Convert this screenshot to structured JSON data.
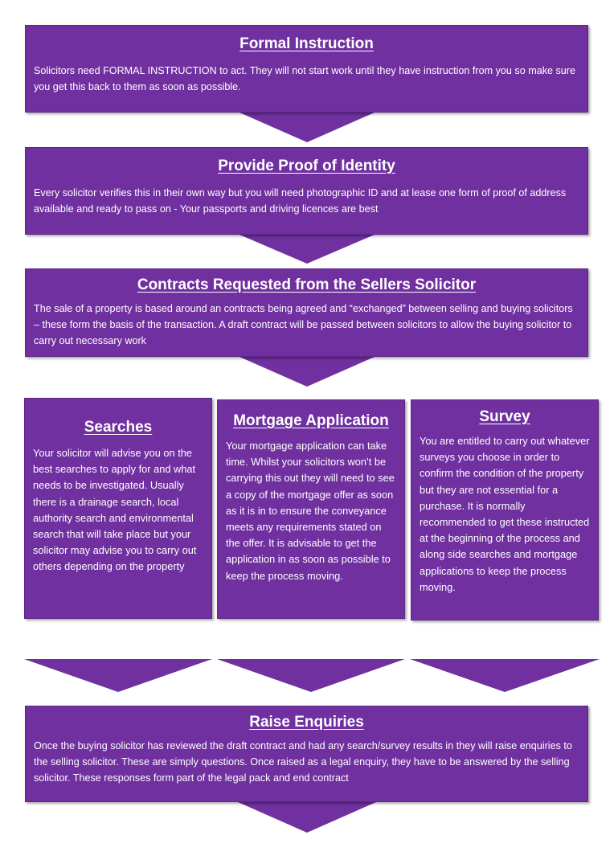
{
  "steps": [
    {
      "title": "Formal Instruction",
      "text": "Solicitors need FORMAL INSTRUCTION to act. They will not start work until they have instruction from you so make sure you get this back to them as soon as possible."
    },
    {
      "title": "Provide Proof of Identity",
      "text": "Every solicitor verifies this in their own way but you will need photographic ID and at lease one form of proof of address available and ready to pass on  - Your passports and driving licences are best"
    },
    {
      "title": "Contracts Requested from the Sellers Solicitor",
      "text": "The sale of a property is based around an contracts being agreed and “exchanged” between selling and buying solicitors – these form the basis of the transaction. A draft contract will be passed between solicitors to allow the buying solicitor to carry out necessary work"
    }
  ],
  "parallel": [
    {
      "title": "Searches",
      "text": "Your solicitor will advise you on the best searches to apply for and what needs to be investigated. Usually there is a drainage search, local authority search and environmental search that will take place but your solicitor may advise you to carry out others depending on the property"
    },
    {
      "title": "Mortgage Application",
      "text": "Your mortgage application can take time. Whilst your solicitors won’t be carrying this out they will need to see a copy of the mortgage offer as soon as it is in to ensure the conveyance meets any requirements stated on the offer. It is advisable to get the application in as soon as possible to keep the process moving."
    },
    {
      "title": "Survey",
      "text": "You are entitled to carry out whatever surveys you choose in order to confirm the condition of the property but they are not essential for a purchase. It is normally recommended to get these instructed at the beginning of the process and along side searches and mortgage applications to keep the process moving."
    }
  ],
  "final": {
    "title": "Raise Enquiries",
    "text": "Once the buying solicitor has reviewed the draft contract and had any search/survey results in they will raise enquiries to the selling solicitor. These are simply questions. Once raised as a legal enquiry, they have to be answered by the selling solicitor. These responses form part of the legal pack and end contract"
  },
  "colors": {
    "box": "#7030a0",
    "text": "#ffffff"
  }
}
